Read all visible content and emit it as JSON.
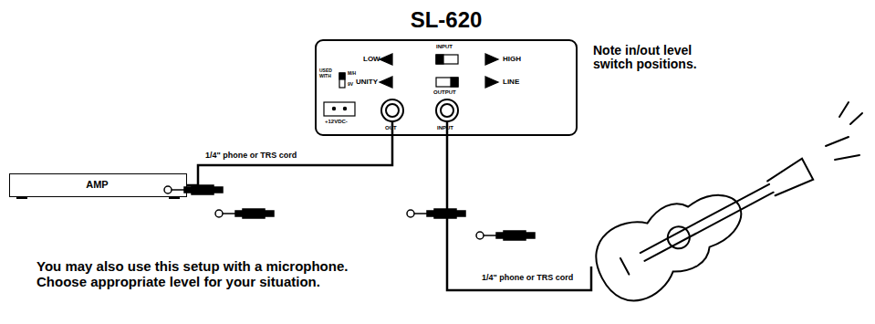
{
  "diagram": {
    "nodes": [
      {
        "text": [
          "SL-620"
        ]
      },
      {
        "text": [
          "AMP"
        ]
      }
    ],
    "edges": [
      {
        "from": 1,
        "to": 0,
        "arrow": "none",
        "label": "1/4\" phone or TRS cord"
      }
    ],
    "labels": [
      "Note in/out level switch positions.",
      "You may also use this setup with a microphone. Choose appropriate level for your situation.",
      "1/4\" phone or TRS cord",
      "INPUT",
      "LOW",
      "HIGH",
      "UNITY",
      "LINE",
      "OUTPUT",
      "USED WITH",
      "M/H",
      "9V",
      "+12VDC-",
      "OUT",
      "INPUT"
    ]
  }
}
